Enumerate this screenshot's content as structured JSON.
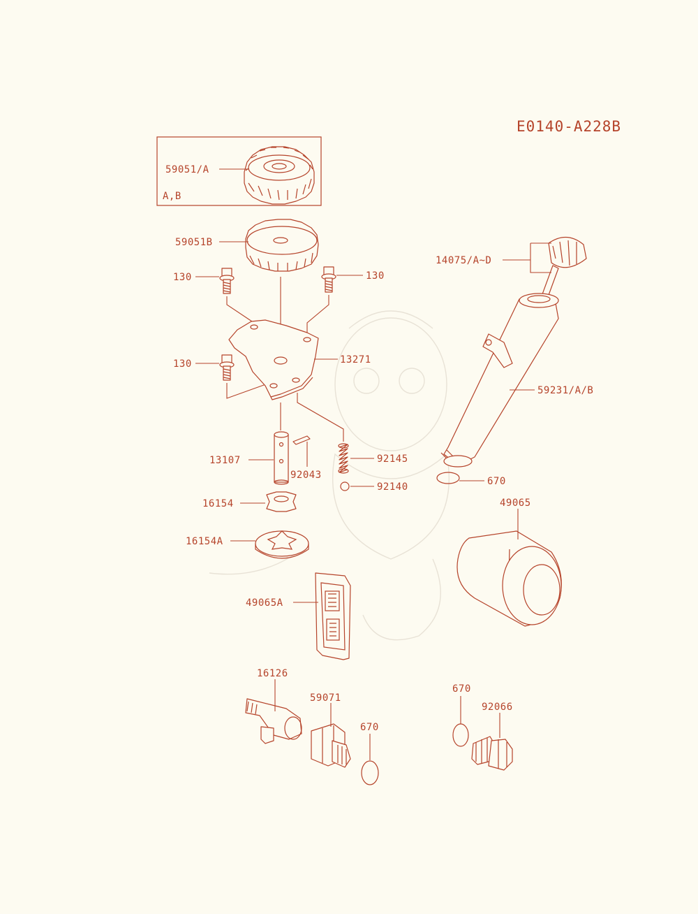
{
  "diagram_code": "E0140-A228B",
  "kit_note": "A,B",
  "labels": {
    "gear_a": "59051/A",
    "gear_b": "59051B",
    "bolt_1": "130",
    "bolt_2": "130",
    "bolt_3": "130",
    "pump_cover": "13271",
    "shaft": "13107",
    "pin": "92043",
    "spring": "92145",
    "ball": "92140",
    "rotor_inner": "16154",
    "rotor_outer": "16154A",
    "screen": "49065A",
    "dipstick": "14075/A~D",
    "tube": "59231/A/B",
    "tube_oring": "670",
    "oil_filter": "49065",
    "fitting": "16126",
    "adapter": "59071",
    "adapter_oring": "670",
    "plug_oring": "670",
    "drain_plug": "92066"
  },
  "colors": {
    "line": "#b5432a",
    "paper": "#fdfbf1"
  }
}
